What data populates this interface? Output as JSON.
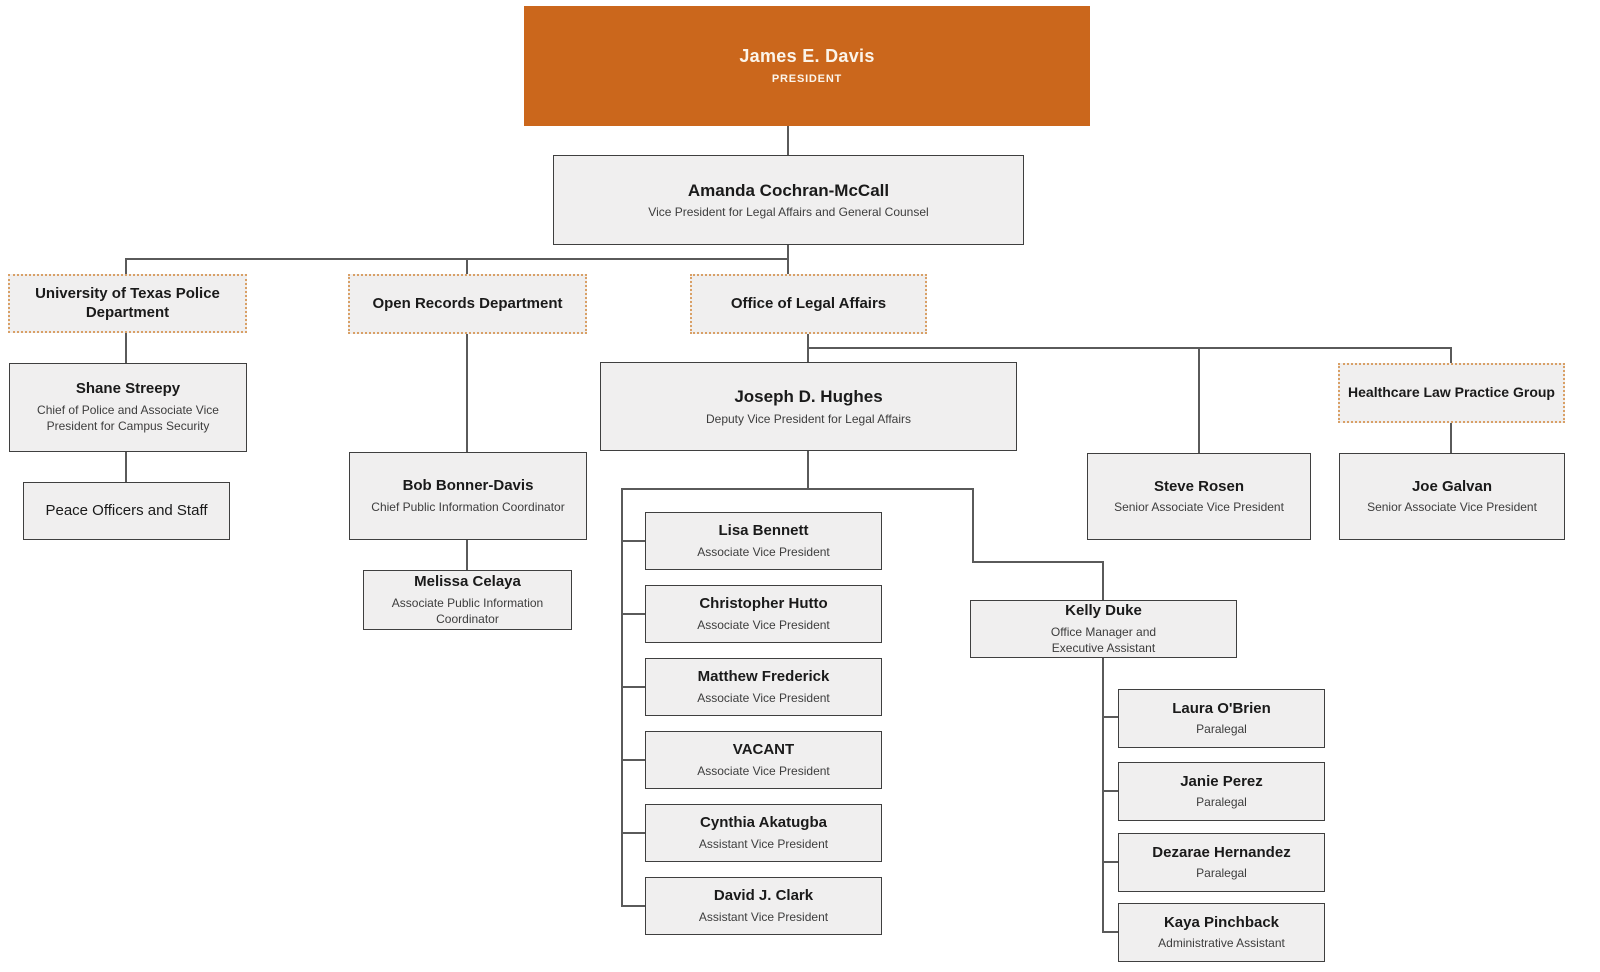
{
  "chart_title": "",
  "colors": {
    "president_fill": "#CB671C",
    "president_text": "#FBF4EA",
    "node_fill": "#F0EFEF",
    "node_border": "#3F3F3F",
    "dept_border": "#D9A066",
    "connector": "#5A5A5A",
    "name_text": "#1A1A1A",
    "title_text": "#3D3D3D"
  },
  "nodes": {
    "president": {
      "name": "James E. Davis",
      "title": "PRESIDENT",
      "kind": "person"
    },
    "vp_legal": {
      "name": "Amanda Cochran-McCall",
      "title": "Vice President for Legal Affairs and General Counsel",
      "kind": "person"
    },
    "utpd": {
      "name": "University of Texas Police Department",
      "kind": "department"
    },
    "open_records": {
      "name": "Open Records Department",
      "kind": "department"
    },
    "legal_affairs": {
      "name": "Office of Legal Affairs",
      "kind": "department"
    },
    "shane": {
      "name": "Shane Streepy",
      "title": "Chief of Police and Associate Vice President for Campus Security",
      "kind": "person"
    },
    "peace": {
      "name": "Peace Officers and Staff",
      "kind": "group"
    },
    "bob": {
      "name": "Bob Bonner-Davis",
      "title": "Chief Public Information Coordinator",
      "kind": "person"
    },
    "melissa": {
      "name": "Melissa Celaya",
      "title": "Associate Public Information Coordinator",
      "kind": "person"
    },
    "hughes": {
      "name": "Joseph D. Hughes",
      "title": "Deputy Vice President for Legal Affairs",
      "kind": "person"
    },
    "steve": {
      "name": "Steve Rosen",
      "title": "Senior Associate Vice President",
      "kind": "person"
    },
    "healthcare": {
      "name": "Healthcare Law Practice Group",
      "kind": "department"
    },
    "galvan": {
      "name": "Joe Galvan",
      "title": "Senior Associate Vice President",
      "kind": "person"
    },
    "lisa": {
      "name": "Lisa Bennett",
      "title": "Associate Vice President",
      "kind": "person"
    },
    "hutto": {
      "name": "Christopher Hutto",
      "title": "Associate Vice President",
      "kind": "person"
    },
    "frederick": {
      "name": "Matthew Frederick",
      "title": "Associate Vice President",
      "kind": "person"
    },
    "vacant": {
      "name": "VACANT",
      "title": "Associate Vice President",
      "kind": "person"
    },
    "cynthia": {
      "name": "Cynthia Akatugba",
      "title": "Assistant Vice President",
      "kind": "person"
    },
    "clark": {
      "name": "David J. Clark",
      "title": "Assistant Vice President",
      "kind": "person"
    },
    "kelly": {
      "name": "Kelly Duke",
      "title": "Office Manager and Executive Assistant",
      "kind": "person"
    },
    "laura": {
      "name": "Laura O'Brien",
      "title": "Paralegal",
      "kind": "person"
    },
    "janie": {
      "name": "Janie Perez",
      "title": "Paralegal",
      "kind": "person"
    },
    "dezarae": {
      "name": "Dezarae Hernandez",
      "title": "Paralegal",
      "kind": "person"
    },
    "kaya": {
      "name": "Kaya Pinchback",
      "title": "Administrative Assistant",
      "kind": "person"
    }
  },
  "edges": [
    [
      "president",
      "vp_legal"
    ],
    [
      "vp_legal",
      "utpd"
    ],
    [
      "vp_legal",
      "open_records"
    ],
    [
      "vp_legal",
      "legal_affairs"
    ],
    [
      "utpd",
      "shane"
    ],
    [
      "shane",
      "peace"
    ],
    [
      "open_records",
      "bob"
    ],
    [
      "bob",
      "melissa"
    ],
    [
      "legal_affairs",
      "hughes"
    ],
    [
      "legal_affairs",
      "steve"
    ],
    [
      "legal_affairs",
      "healthcare"
    ],
    [
      "healthcare",
      "galvan"
    ],
    [
      "hughes",
      "lisa"
    ],
    [
      "hughes",
      "hutto"
    ],
    [
      "hughes",
      "frederick"
    ],
    [
      "hughes",
      "vacant"
    ],
    [
      "hughes",
      "cynthia"
    ],
    [
      "hughes",
      "clark"
    ],
    [
      "hughes",
      "kelly"
    ],
    [
      "kelly",
      "laura"
    ],
    [
      "kelly",
      "janie"
    ],
    [
      "kelly",
      "dezarae"
    ],
    [
      "kelly",
      "kaya"
    ]
  ]
}
